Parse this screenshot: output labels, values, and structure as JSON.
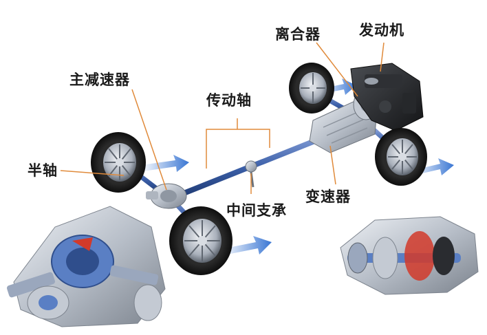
{
  "labels": {
    "clutch": "离合器",
    "engine": "发动机",
    "final_drive": "主减速器",
    "drive_shaft": "传动轴",
    "half_shaft": "半轴",
    "transmission": "变速器",
    "center_support": "中间支承"
  },
  "colors": {
    "label_text": "#1a1a1a",
    "leader_line": "#e08a3a",
    "motion_arrow": "#2f6fd1",
    "shaft_blue": "#3b5fa8",
    "metal_silver": "#c9ced6",
    "tire_dark": "#1b1b1b",
    "cutaway_red": "#d23a2a"
  }
}
